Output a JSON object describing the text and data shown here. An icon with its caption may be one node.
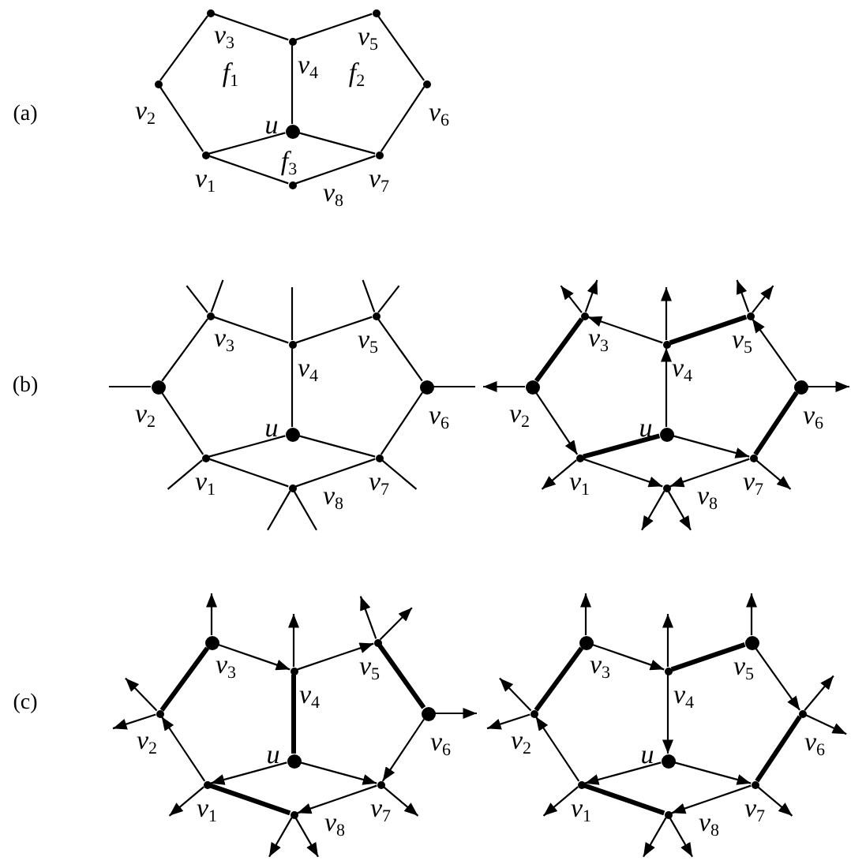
{
  "diagram": {
    "nodes": [
      {
        "text": [],
        "shape": "circle",
        "beside": [
          "v$_{1}$"
        ]
      },
      {
        "text": [],
        "shape": "circle",
        "beside": [
          "v$_{2}$"
        ]
      },
      {
        "text": [],
        "shape": "circle",
        "beside": [
          "v$_{3}$"
        ]
      },
      {
        "text": [],
        "shape": "circle",
        "beside": [
          "v$_{4}$"
        ]
      },
      {
        "text": [],
        "shape": "circle",
        "beside": [
          "v$_{5}$"
        ]
      },
      {
        "text": [],
        "shape": "circle",
        "beside": [
          "v$_{6}$"
        ]
      },
      {
        "text": [],
        "shape": "circle",
        "beside": [
          "v$_{7}$"
        ]
      },
      {
        "text": [],
        "shape": "circle",
        "beside": [
          "v$_{8}$"
        ]
      },
      {
        "text": [],
        "shape": "circle",
        "beside": [
          "u"
        ]
      },
      {
        "text": [],
        "shape": "circle",
        "beside": [
          "v$_{1}$"
        ]
      },
      {
        "text": [],
        "shape": "circle",
        "beside": [
          "v$_{2}$"
        ]
      },
      {
        "text": [],
        "shape": "circle",
        "beside": [
          "v$_{3}$"
        ]
      },
      {
        "text": [],
        "shape": "circle",
        "beside": [
          "v$_{4}$"
        ]
      },
      {
        "text": [],
        "shape": "circle",
        "beside": [
          "v$_{5}$"
        ]
      },
      {
        "text": [],
        "shape": "circle",
        "beside": [
          "v$_{6}$"
        ]
      },
      {
        "text": [],
        "shape": "circle",
        "beside": [
          "v$_{7}$"
        ]
      },
      {
        "text": [],
        "shape": "circle",
        "beside": [
          "v$_{8}$"
        ]
      },
      {
        "text": [],
        "shape": "circle",
        "beside": [
          "u"
        ]
      },
      {
        "text": [],
        "shape": "circle",
        "beside": [
          "v$_{1}$"
        ]
      },
      {
        "text": [],
        "shape": "circle",
        "beside": [
          "v$_{2}$"
        ]
      },
      {
        "text": [],
        "shape": "circle",
        "beside": [
          "v$_{3}$"
        ]
      },
      {
        "text": [],
        "shape": "circle",
        "beside": [
          "v$_{4}$"
        ]
      },
      {
        "text": [],
        "shape": "circle",
        "beside": [
          "v$_{5}$"
        ]
      },
      {
        "text": [],
        "shape": "circle",
        "beside": [
          "v$_{6}$"
        ]
      },
      {
        "text": [],
        "shape": "circle",
        "beside": [
          "v$_{7}$"
        ]
      },
      {
        "text": [],
        "shape": "circle",
        "beside": [
          "v$_{8}$"
        ]
      },
      {
        "text": [],
        "shape": "circle",
        "beside": [
          "u"
        ]
      },
      {
        "text": [],
        "shape": "circle",
        "beside": [
          "v$_{1}$"
        ]
      },
      {
        "text": [],
        "shape": "circle",
        "beside": [
          "v$_{2}$"
        ]
      },
      {
        "text": [],
        "shape": "circle",
        "beside": [
          "v$_{3}$"
        ]
      },
      {
        "text": [],
        "shape": "circle",
        "beside": [
          "v$_{4}$"
        ]
      },
      {
        "text": [],
        "shape": "circle",
        "beside": [
          "v$_{5}$"
        ]
      },
      {
        "text": [],
        "shape": "circle",
        "beside": [
          "v$_{6}$"
        ]
      },
      {
        "text": [],
        "shape": "circle",
        "beside": [
          "v$_{7}$"
        ]
      },
      {
        "text": [],
        "shape": "circle",
        "beside": [
          "v$_{8}$"
        ]
      },
      {
        "text": [],
        "shape": "circle",
        "beside": [
          "u"
        ]
      },
      {
        "text": [],
        "shape": "circle",
        "beside": [
          "v$_{1}$"
        ]
      },
      {
        "text": [],
        "shape": "circle",
        "beside": [
          "v$_{2}$"
        ]
      },
      {
        "text": [],
        "shape": "circle",
        "beside": [
          "v$_{3}$"
        ]
      },
      {
        "text": [],
        "shape": "circle",
        "beside": [
          "v$_{4}$"
        ]
      },
      {
        "text": [],
        "shape": "circle",
        "beside": [
          "v$_{5}$"
        ]
      },
      {
        "text": [],
        "shape": "circle",
        "beside": [
          "v$_{6}$"
        ]
      },
      {
        "text": [],
        "shape": "circle",
        "beside": [
          "v$_{7}$"
        ]
      },
      {
        "text": [],
        "shape": "circle",
        "beside": [
          "v$_{8}$"
        ]
      },
      {
        "text": [],
        "shape": "circle",
        "beside": [
          "u"
        ]
      }
    ],
    "edges": [
      {
        "from": 0,
        "to": 1,
        "arrow": "none"
      },
      {
        "from": 1,
        "to": 2,
        "arrow": "none"
      },
      {
        "from": 2,
        "to": 3,
        "arrow": "none"
      },
      {
        "from": 3,
        "to": 4,
        "arrow": "none"
      },
      {
        "from": 4,
        "to": 5,
        "arrow": "none"
      },
      {
        "from": 5,
        "to": 6,
        "arrow": "none"
      },
      {
        "from": 6,
        "to": 7,
        "arrow": "none"
      },
      {
        "from": 0,
        "to": 7,
        "arrow": "none"
      },
      {
        "from": 0,
        "to": 8,
        "arrow": "none"
      },
      {
        "from": 8,
        "to": 6,
        "arrow": "none"
      },
      {
        "from": 8,
        "to": 3,
        "arrow": "none"
      },
      {
        "from": 9,
        "to": 10,
        "arrow": "none"
      },
      {
        "from": 10,
        "to": 11,
        "arrow": "none"
      },
      {
        "from": 11,
        "to": 12,
        "arrow": "none"
      },
      {
        "from": 12,
        "to": 13,
        "arrow": "none"
      },
      {
        "from": 13,
        "to": 14,
        "arrow": "none"
      },
      {
        "from": 14,
        "to": 15,
        "arrow": "none"
      },
      {
        "from": 15,
        "to": 16,
        "arrow": "none"
      },
      {
        "from": 9,
        "to": 16,
        "arrow": "none"
      },
      {
        "from": 9,
        "to": 17,
        "arrow": "none"
      },
      {
        "from": 17,
        "to": 15,
        "arrow": "none"
      },
      {
        "from": 17,
        "to": 12,
        "arrow": "none"
      },
      {
        "from": 11,
        "to": null,
        "arrow": "none"
      },
      {
        "from": 11,
        "to": null,
        "arrow": "none"
      },
      {
        "from": 13,
        "to": null,
        "arrow": "none"
      },
      {
        "from": 13,
        "to": null,
        "arrow": "none"
      },
      {
        "from": 12,
        "to": null,
        "arrow": "none"
      },
      {
        "from": 10,
        "to": null,
        "arrow": "none"
      },
      {
        "from": 14,
        "to": null,
        "arrow": "none"
      },
      {
        "from": 9,
        "to": null,
        "arrow": "none"
      },
      {
        "from": 15,
        "to": null,
        "arrow": "none"
      },
      {
        "from": 16,
        "to": null,
        "arrow": "none"
      },
      {
        "from": 16,
        "to": null,
        "arrow": "none"
      },
      {
        "from": 19,
        "to": 20,
        "arrow": "none",
        "style": "thick"
      },
      {
        "from": 21,
        "to": 20,
        "arrow": "to"
      },
      {
        "from": 21,
        "to": 22,
        "arrow": "none",
        "style": "thick"
      },
      {
        "from": 23,
        "to": 22,
        "arrow": "to"
      },
      {
        "from": 23,
        "to": 24,
        "arrow": "none",
        "style": "thick"
      },
      {
        "from": 19,
        "to": 18,
        "arrow": "to"
      },
      {
        "from": 18,
        "to": 26,
        "arrow": "none",
        "style": "thick"
      },
      {
        "from": 26,
        "to": 21,
        "arrow": "to"
      },
      {
        "from": 26,
        "to": 24,
        "arrow": "to"
      },
      {
        "from": 24,
        "to": 25,
        "arrow": "to"
      },
      {
        "from": 18,
        "to": 25,
        "arrow": "to"
      },
      {
        "from": 20,
        "to": null,
        "arrow": "to"
      },
      {
        "from": 20,
        "to": null,
        "arrow": "to"
      },
      {
        "from": 22,
        "to": null,
        "arrow": "to"
      },
      {
        "from": 22,
        "to": null,
        "arrow": "to"
      },
      {
        "from": 21,
        "to": null,
        "arrow": "to"
      },
      {
        "from": 19,
        "to": null,
        "arrow": "to"
      },
      {
        "from": 23,
        "to": null,
        "arrow": "to"
      },
      {
        "from": 18,
        "to": null,
        "arrow": "to"
      },
      {
        "from": 24,
        "to": null,
        "arrow": "to"
      },
      {
        "from": 25,
        "to": null,
        "arrow": "to"
      },
      {
        "from": 25,
        "to": null,
        "arrow": "to"
      },
      {
        "from": 29,
        "to": 28,
        "arrow": "none",
        "style": "thick"
      },
      {
        "from": 29,
        "to": 30,
        "arrow": "to"
      },
      {
        "from": 30,
        "to": 31,
        "arrow": "to"
      },
      {
        "from": 30,
        "to": 35,
        "arrow": "none",
        "style": "thick"
      },
      {
        "from": 31,
        "to": 32,
        "arrow": "none",
        "style": "thick"
      },
      {
        "from": 32,
        "to": 33,
        "arrow": "to"
      },
      {
        "from": 35,
        "to": 27,
        "arrow": "to"
      },
      {
        "from": 35,
        "to": 33,
        "arrow": "to"
      },
      {
        "from": 33,
        "to": 34,
        "arrow": "to"
      },
      {
        "from": 27,
        "to": 34,
        "arrow": "none",
        "style": "thick"
      },
      {
        "from": 27,
        "to": 28,
        "arrow": "to"
      },
      {
        "from": 29,
        "to": null,
        "arrow": "to"
      },
      {
        "from": 30,
        "to": null,
        "arrow": "to"
      },
      {
        "from": 31,
        "to": null,
        "arrow": "to"
      },
      {
        "from": 31,
        "to": null,
        "arrow": "to"
      },
      {
        "from": 28,
        "to": null,
        "arrow": "to"
      },
      {
        "from": 28,
        "to": null,
        "arrow": "to"
      },
      {
        "from": 32,
        "to": null,
        "arrow": "to"
      },
      {
        "from": 27,
        "to": null,
        "arrow": "to"
      },
      {
        "from": 33,
        "to": null,
        "arrow": "to"
      },
      {
        "from": 34,
        "to": null,
        "arrow": "to"
      },
      {
        "from": 34,
        "to": null,
        "arrow": "to"
      },
      {
        "from": 38,
        "to": 37,
        "arrow": "none",
        "style": "thick"
      },
      {
        "from": 38,
        "to": 39,
        "arrow": "to"
      },
      {
        "from": 39,
        "to": 40,
        "arrow": "none",
        "style": "thick"
      },
      {
        "from": 40,
        "to": 41,
        "arrow": "to"
      },
      {
        "from": 41,
        "to": 42,
        "arrow": "none",
        "style": "thick"
      },
      {
        "from": 39,
        "to": 44,
        "arrow": "to"
      },
      {
        "from": 44,
        "to": 36,
        "arrow": "to"
      },
      {
        "from": 44,
        "to": 42,
        "arrow": "to"
      },
      {
        "from": 42,
        "to": 43,
        "arrow": "to"
      },
      {
        "from": 36,
        "to": 43,
        "arrow": "none",
        "style": "thick"
      },
      {
        "from": 36,
        "to": 37,
        "arrow": "to"
      },
      {
        "from": 38,
        "to": null,
        "arrow": "to"
      },
      {
        "from": 39,
        "to": null,
        "arrow": "to"
      },
      {
        "from": 40,
        "to": null,
        "arrow": "to"
      },
      {
        "from": 37,
        "to": null,
        "arrow": "to"
      },
      {
        "from": 37,
        "to": null,
        "arrow": "to"
      },
      {
        "from": 41,
        "to": null,
        "arrow": "to"
      },
      {
        "from": 41,
        "to": null,
        "arrow": "to"
      },
      {
        "from": 36,
        "to": null,
        "arrow": "to"
      },
      {
        "from": 42,
        "to": null,
        "arrow": "to"
      },
      {
        "from": 43,
        "to": null,
        "arrow": "to"
      },
      {
        "from": 43,
        "to": null,
        "arrow": "to"
      }
    ],
    "labels": [
      "(a)",
      "f$_{1}$",
      "f$_{2}$",
      "f$_{3}$",
      "(b)",
      "(c)"
    ]
  }
}
